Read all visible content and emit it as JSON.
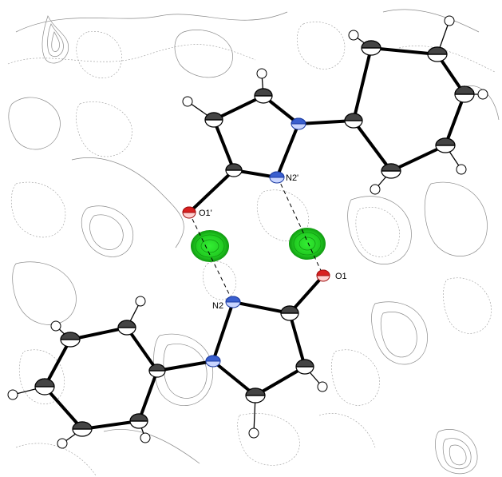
{
  "labels": {
    "o1": "O1",
    "o1p": "O1'",
    "n2": "N2",
    "n2p": "N2'"
  },
  "colors": {
    "carbon": "#ffffff",
    "nitrogen": "#3a5fcf",
    "oxygen": "#d82020",
    "hydrogen": "#ffffff",
    "density_peak": "#22cc22",
    "contour": "#8a8a8a"
  }
}
